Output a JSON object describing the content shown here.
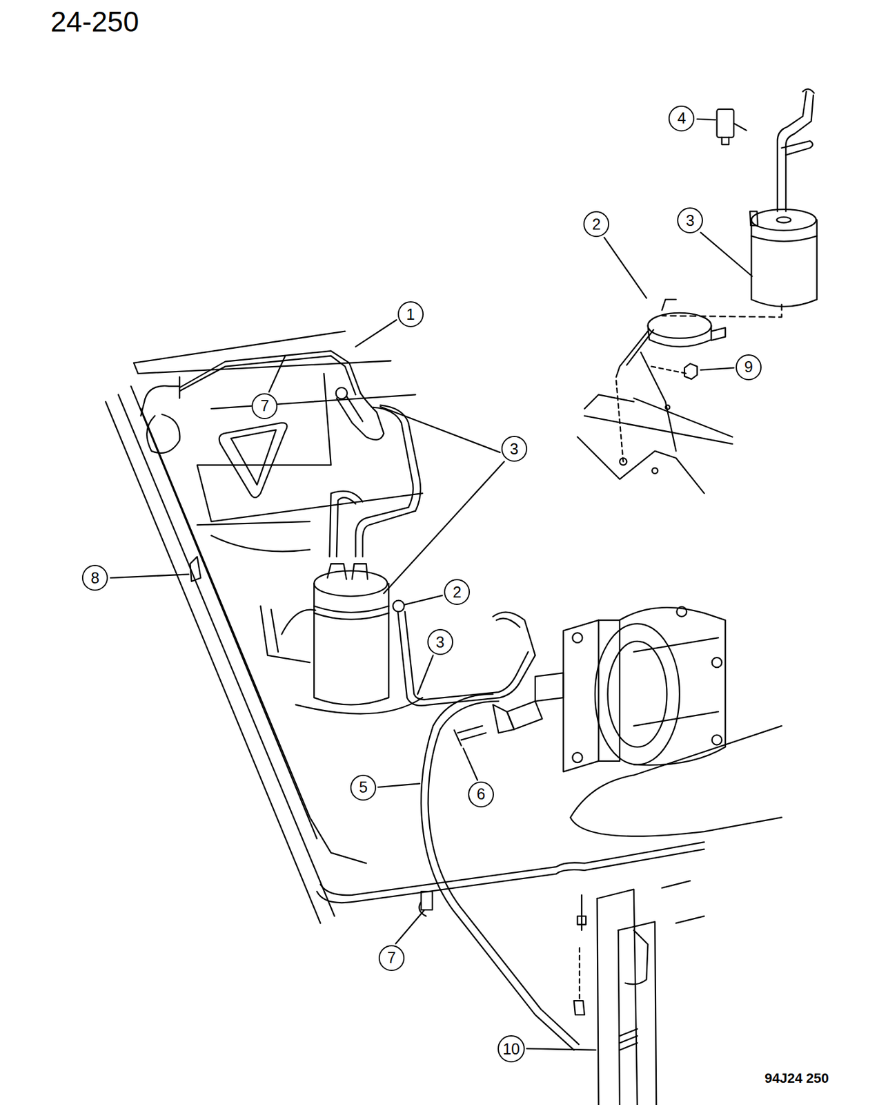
{
  "diagram": {
    "nodes": [
      {
        "text": [
          "4"
        ]
      },
      {
        "text": [
          "3"
        ]
      },
      {
        "text": [
          "2"
        ]
      },
      {
        "text": [
          "1"
        ]
      },
      {
        "text": [
          "9"
        ]
      },
      {
        "text": [
          "7"
        ]
      },
      {
        "text": [
          "3"
        ]
      },
      {
        "text": [
          "8"
        ]
      },
      {
        "text": [
          "2"
        ]
      },
      {
        "text": [
          "3"
        ]
      },
      {
        "text": [
          "5"
        ]
      },
      {
        "text": [
          "6"
        ]
      },
      {
        "text": [
          "7"
        ]
      },
      {
        "text": [
          "10"
        ]
      }
    ],
    "labels": [
      "24-250",
      "94J24 250"
    ]
  }
}
